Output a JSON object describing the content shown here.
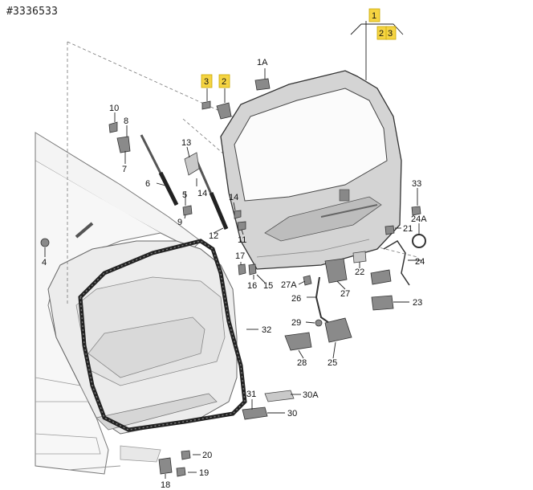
{
  "header": {
    "id_text": "#3336533"
  },
  "diagram": {
    "highlighted_labels": [
      "1",
      "2",
      "3"
    ],
    "part_labels": [
      "1",
      "2",
      "3",
      "2",
      "3",
      "1A",
      "10",
      "8",
      "7",
      "6",
      "13",
      "5",
      "14",
      "9",
      "4",
      "12",
      "14",
      "11",
      "33",
      "24A",
      "21",
      "24",
      "17",
      "16",
      "15",
      "22",
      "27A",
      "27",
      "26",
      "23",
      "29",
      "25",
      "28",
      "32",
      "31",
      "30A",
      "30",
      "20",
      "19",
      "18"
    ]
  }
}
